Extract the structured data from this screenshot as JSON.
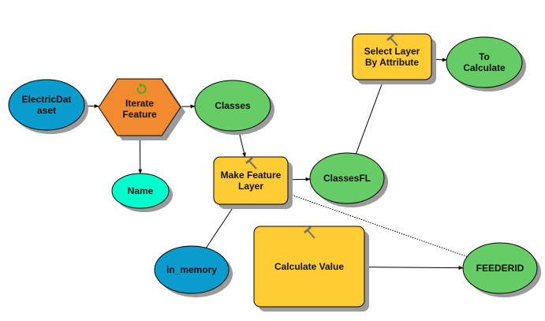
{
  "diagram": {
    "title": "ModelBuilder model",
    "colors": {
      "input_data": "#0a9ccc",
      "iterator": "#f28b30",
      "derived_data": "#66cc66",
      "variable_value": "#00ffcc",
      "tool": "#ffcc33",
      "shadow": "#9a9a9a",
      "tool_icon": "#6e6e6e",
      "iterate_icon": "#44aa22"
    },
    "nodes": [
      {
        "id": "electric_dataset",
        "label_lines": [
          "ElectricDat",
          "aset"
        ],
        "kind": "input_data",
        "shape": "ellipse"
      },
      {
        "id": "iterate_feature",
        "label_lines": [
          "Iterate",
          "Feature"
        ],
        "kind": "iterator",
        "shape": "hexagon",
        "icon": "iterate-icon"
      },
      {
        "id": "classes",
        "label_lines": [
          "Classes"
        ],
        "kind": "derived_data",
        "shape": "ellipse"
      },
      {
        "id": "name",
        "label_lines": [
          "Name"
        ],
        "kind": "variable_value",
        "shape": "ellipse"
      },
      {
        "id": "make_feature_layer",
        "label_lines": [
          "Make Feature",
          "Layer"
        ],
        "kind": "tool",
        "shape": "rounded-rect",
        "icon": "hammer-icon"
      },
      {
        "id": "classes_fl",
        "label_lines": [
          "ClassesFL"
        ],
        "kind": "derived_data",
        "shape": "ellipse"
      },
      {
        "id": "select_layer_by_attribute",
        "label_lines": [
          "Select Layer",
          "By Attribute"
        ],
        "kind": "tool",
        "shape": "rounded-rect",
        "icon": "hammer-icon"
      },
      {
        "id": "to_calculate",
        "label_lines": [
          "To",
          "Calculate"
        ],
        "kind": "derived_data",
        "shape": "ellipse"
      },
      {
        "id": "in_memory",
        "label_lines": [
          "in_memory"
        ],
        "kind": "input_data",
        "shape": "ellipse"
      },
      {
        "id": "calculate_value",
        "label_lines": [
          "Calculate Value"
        ],
        "kind": "tool",
        "shape": "rounded-rect",
        "icon": "hammer-icon"
      },
      {
        "id": "feederid",
        "label_lines": [
          "FEEDERID"
        ],
        "kind": "derived_data",
        "shape": "ellipse"
      }
    ],
    "edges": [
      {
        "from": "electric_dataset",
        "to": "iterate_feature",
        "style": "solid"
      },
      {
        "from": "iterate_feature",
        "to": "classes",
        "style": "solid"
      },
      {
        "from": "iterate_feature",
        "to": "name",
        "style": "solid"
      },
      {
        "from": "classes",
        "to": "make_feature_layer",
        "style": "solid"
      },
      {
        "from": "in_memory",
        "to": "make_feature_layer",
        "style": "solid"
      },
      {
        "from": "make_feature_layer",
        "to": "classes_fl",
        "style": "solid"
      },
      {
        "from": "classes_fl",
        "to": "select_layer_by_attribute",
        "style": "solid"
      },
      {
        "from": "select_layer_by_attribute",
        "to": "to_calculate",
        "style": "solid"
      },
      {
        "from": "calculate_value",
        "to": "feederid",
        "style": "solid"
      },
      {
        "from": "feederid",
        "to": "make_feature_layer",
        "style": "dotted",
        "meaning": "precondition"
      }
    ]
  }
}
